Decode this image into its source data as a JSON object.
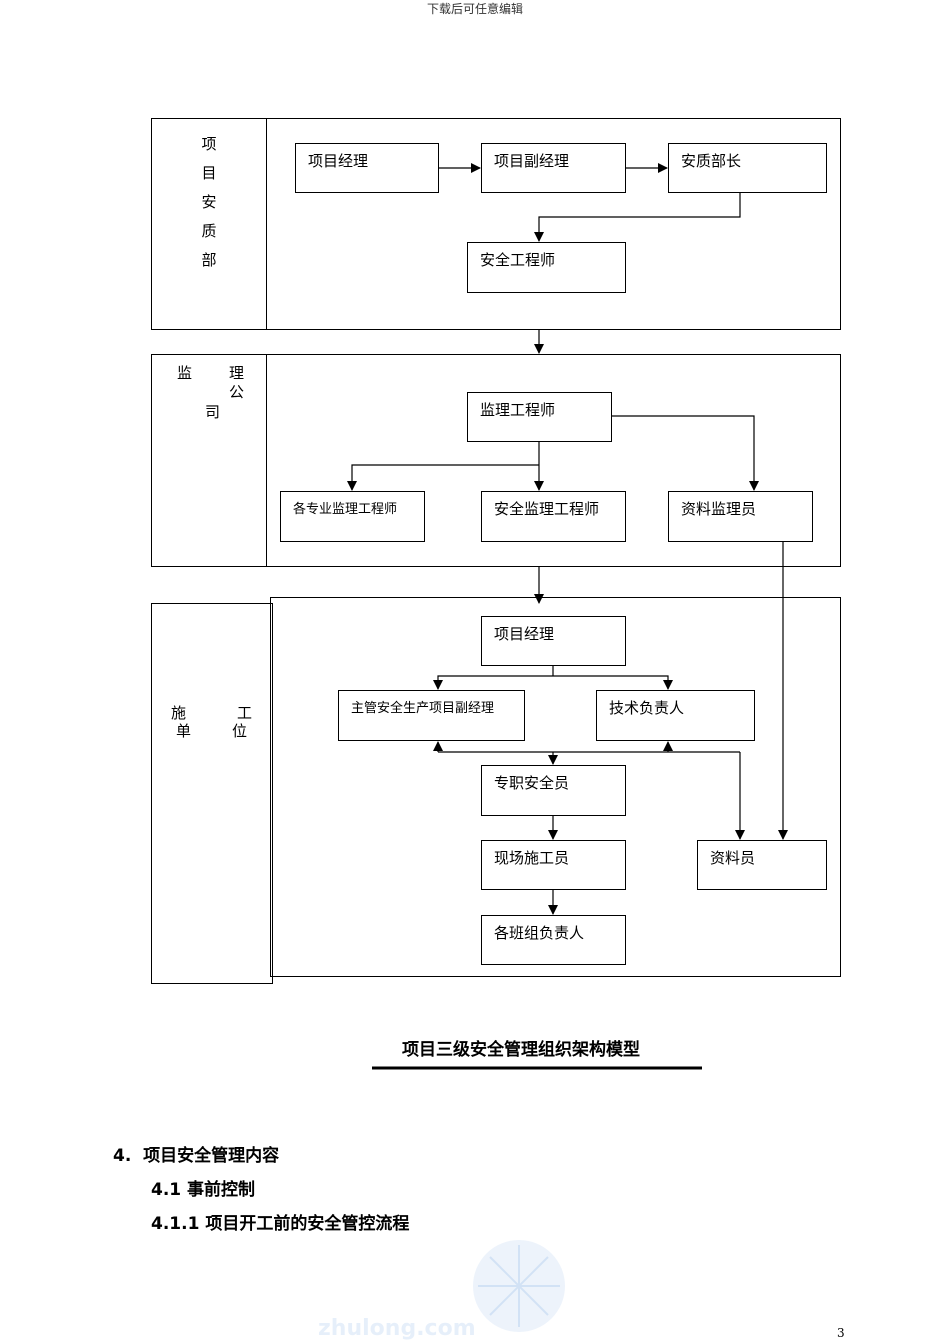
{
  "header_note": "下载后可任意编辑",
  "sections": {
    "owner": {
      "label_chars": [
        "项",
        "目",
        "安",
        "质",
        "部"
      ],
      "boxes": {
        "pm": "项目经理",
        "deputy_pm": "项目副经理",
        "safety_head": "安质部长",
        "safety_engineer": "安全工程师"
      }
    },
    "supervision": {
      "label_lines": [
        "监",
        "理",
        "公",
        "司"
      ],
      "boxes": {
        "chief": "监理工程师",
        "specialty": "各专业监理工程师",
        "safety": "安全监理工程师",
        "documents": "资料监理员"
      }
    },
    "construction": {
      "label_lines": [
        "施",
        "工",
        "单",
        "位"
      ],
      "boxes": {
        "pm": "项目经理",
        "deputy": "主管安全生产项目副经理",
        "tech_lead": "技术负责人",
        "safety_officer": "专职安全员",
        "site_worker": "现场施工员",
        "team_leads": "各班组负责人",
        "document_clerk": "资料员"
      }
    }
  },
  "caption": "项目三级安全管理组织架构模型",
  "headings": {
    "h1": "4.  项目安全管理内容",
    "h2": "4.1 事前控制",
    "h3": "4.1.1 项目开工前的安全管控流程"
  },
  "watermark_text": "zhulong.com",
  "page_number": "3"
}
